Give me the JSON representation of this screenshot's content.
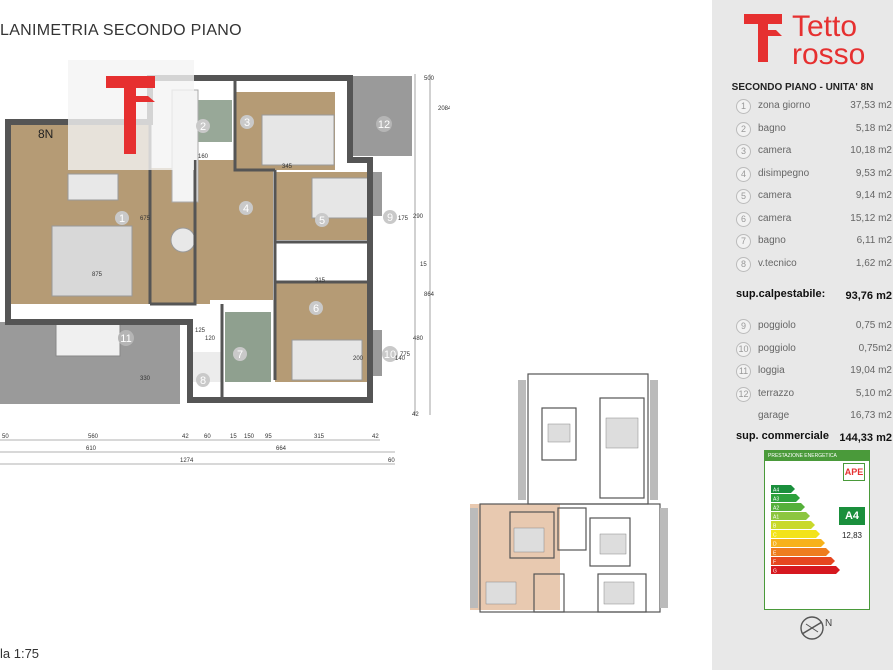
{
  "header": {
    "title": "LANIMETRIA SECONDO PIANO",
    "scale": "la 1:75"
  },
  "plan": {
    "unit_label": "8N",
    "room_numbers": [
      "1",
      "2",
      "3",
      "4",
      "5",
      "6",
      "7",
      "8",
      "9",
      "10",
      "11",
      "12"
    ],
    "dims_inner": [
      "345",
      "315",
      "675",
      "875",
      "160",
      "120",
      "125",
      "200",
      "330",
      "175",
      "290",
      "140",
      "480",
      "775"
    ],
    "dims_bottom_row1": [
      "50",
      "560",
      "42",
      "60",
      "15",
      "150",
      "95",
      "315",
      "42"
    ],
    "dims_bottom_row2": [
      "610",
      "664",
      "60"
    ],
    "dims_bottom_row3": [
      "1274"
    ],
    "dims_right": [
      "500",
      "2084",
      "15",
      "864",
      "42"
    ]
  },
  "brand": {
    "word1": "Tetto",
    "word2": "rosso",
    "color": "#e63030"
  },
  "panel": {
    "unit_title": "SECONDO PIANO - UNITA' 8N",
    "rooms": [
      {
        "n": "1",
        "label": "zona giorno",
        "value": "37,53 m2"
      },
      {
        "n": "2",
        "label": "bagno",
        "value": "5,18 m2"
      },
      {
        "n": "3",
        "label": "camera",
        "value": "10,18 m2"
      },
      {
        "n": "4",
        "label": "disimpegno",
        "value": "9,53 m2"
      },
      {
        "n": "5",
        "label": "camera",
        "value": "9,14 m2"
      },
      {
        "n": "6",
        "label": "camera",
        "value": "15,12 m2"
      },
      {
        "n": "7",
        "label": "bagno",
        "value": "6,11 m2"
      },
      {
        "n": "8",
        "label": "v.tecnico",
        "value": "1,62 m2"
      }
    ],
    "sup_calpestabile": {
      "label": "sup.calpestabile:",
      "value": "93,76 m2"
    },
    "extras": [
      {
        "n": "9",
        "label": "poggiolo",
        "value": "0,75 m2"
      },
      {
        "n": "10",
        "label": "poggiolo",
        "value": "0,75m2"
      },
      {
        "n": "11",
        "label": "loggia",
        "value": "19,04 m2"
      },
      {
        "n": "12",
        "label": "terrazzo",
        "value": "5,10 m2"
      },
      {
        "n": "",
        "label": "garage",
        "value": "16,73 m2"
      }
    ],
    "sup_commerciale": {
      "label": "sup. commerciale",
      "value": "144,33 m2"
    }
  },
  "ape": {
    "header": "PRESTAZIONE ENERGETICA",
    "logo": "APE",
    "class": "A4",
    "value": "12,83",
    "classes": [
      "A4",
      "A3",
      "A2",
      "A1",
      "B",
      "C",
      "D",
      "E",
      "F",
      "G"
    ],
    "colors": [
      "#1a8f3c",
      "#2da13c",
      "#55b03a",
      "#8cc63f",
      "#c9d92b",
      "#f3e31a",
      "#f7b21b",
      "#ee7d1f",
      "#e6461f",
      "#d6181f"
    ]
  }
}
